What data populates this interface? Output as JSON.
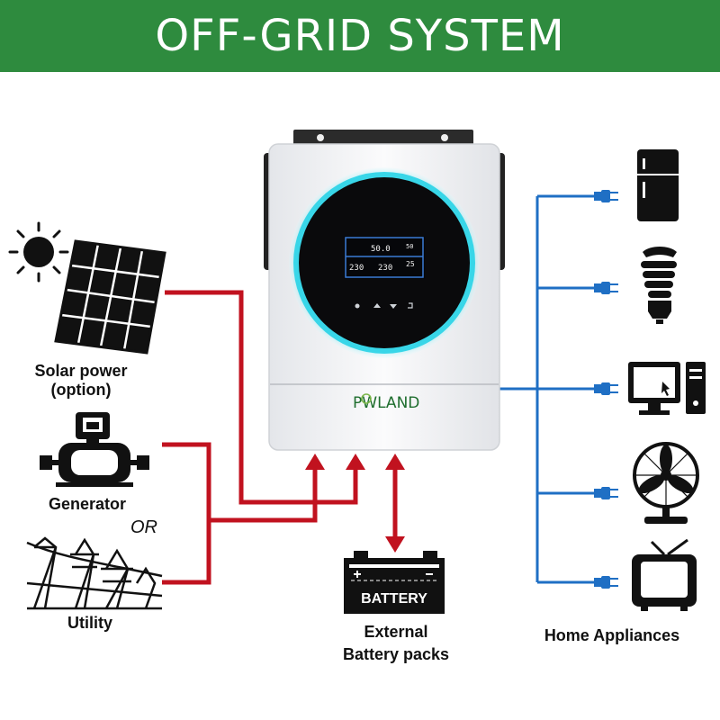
{
  "banner": {
    "title": "OFF-GRID SYSTEM"
  },
  "inverter": {
    "brand_prefix": "P",
    "brand_rest": "WLAND",
    "display_readings": [
      "50.0",
      "230",
      "230",
      "25",
      "50"
    ]
  },
  "sources": {
    "solar_line1": "Solar power",
    "solar_line2": "(option)",
    "generator": "Generator",
    "or": "OR",
    "utility": "Utility"
  },
  "battery": {
    "badge": "BATTERY",
    "line1": "External",
    "line2": "Battery packs"
  },
  "appliances": {
    "label": "Home Appliances",
    "items": [
      "refrigerator",
      "light bulb",
      "computer",
      "fan",
      "television"
    ]
  },
  "colors": {
    "banner": "#2e8b3e",
    "power_line": "#c1121f",
    "load_line": "#1f6fc4",
    "ring_glow": "#38d6e8"
  }
}
